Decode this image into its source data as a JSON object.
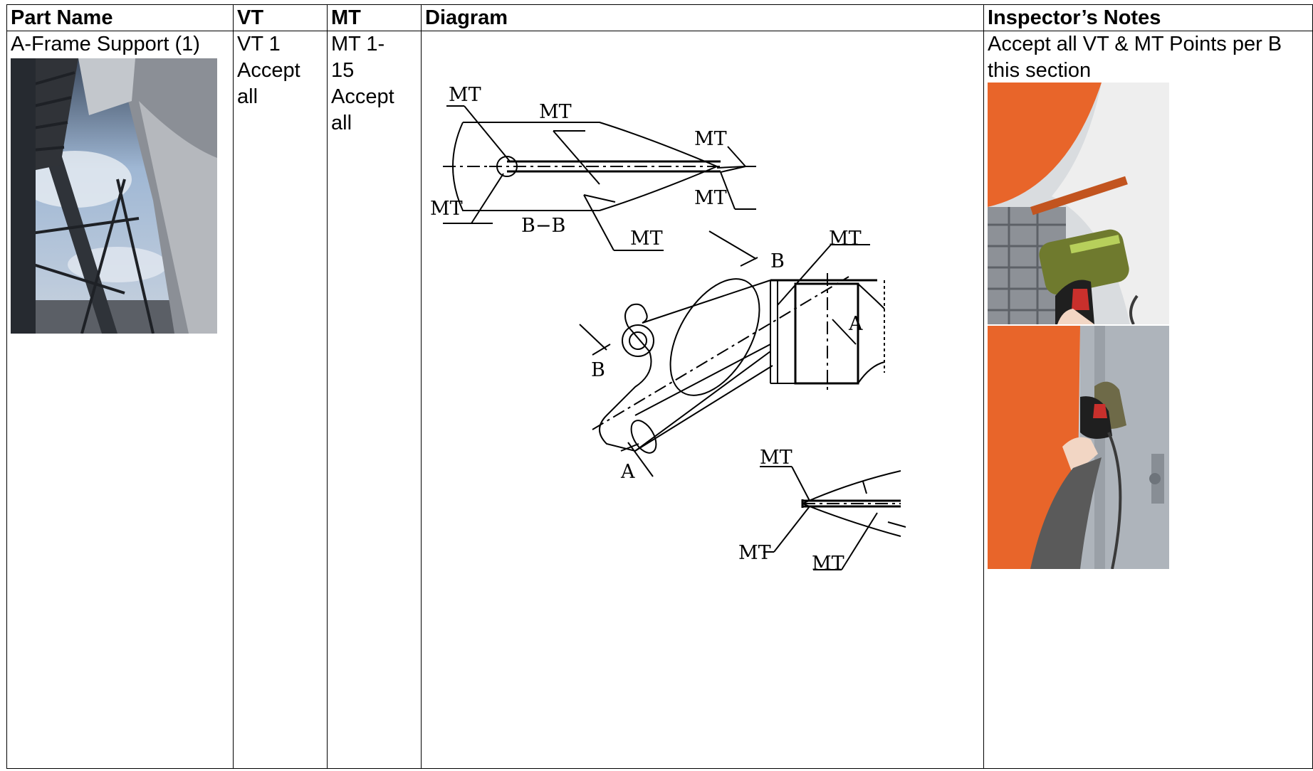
{
  "table": {
    "headers": {
      "part_name": "Part Name",
      "vt": "VT",
      "mt": "MT",
      "diagram": "Diagram",
      "notes": "Inspector’s Notes"
    },
    "row": {
      "part_name": "A-Frame Support (1)",
      "vt": "VT 1 Accept all",
      "mt": "MT 1-15 Accept all",
      "notes": "Accept all VT & MT Points per B this section"
    }
  },
  "diagram": {
    "labels": {
      "mt": "MT",
      "section_bb": "B−B",
      "b": "B",
      "a": "A"
    }
  },
  "photos": {
    "site_photo": "a-frame-support-photo",
    "notes_photo_1": "mt-inspection-photo-1",
    "notes_photo_2": "mt-inspection-photo-2"
  },
  "colors": {
    "border": "#000000",
    "steel_orange": "#e8652a",
    "steel_white": "#e6e6e6",
    "sky": "#9fb7d4"
  }
}
